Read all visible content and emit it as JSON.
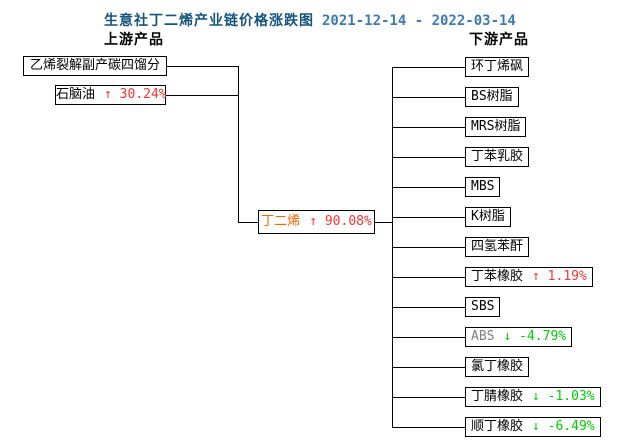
{
  "title": {
    "text": "生意社丁二烯产业链价格涨跌图",
    "date_range": "2021-12-14 - 2022-03-14"
  },
  "sections": {
    "upstream_label": "上游产品",
    "downstream_label": "下游产品"
  },
  "center": {
    "name": "丁二烯",
    "change": "↑ 90.08%",
    "direction": "up"
  },
  "upstream": [
    {
      "name": "乙烯裂解副产碳四馏分",
      "change": ""
    },
    {
      "name": "石脑油",
      "change": "↑ 30.24%",
      "direction": "up"
    }
  ],
  "downstream": [
    {
      "name": "环丁烯砜",
      "change": ""
    },
    {
      "name": "BS树脂",
      "change": ""
    },
    {
      "name": "MRS树脂",
      "change": ""
    },
    {
      "name": "丁苯乳胶",
      "change": ""
    },
    {
      "name": "MBS",
      "change": ""
    },
    {
      "name": "K树脂",
      "change": ""
    },
    {
      "name": "四氢苯酐",
      "change": ""
    },
    {
      "name": "丁苯橡胶",
      "change": "↑ 1.19%",
      "direction": "up"
    },
    {
      "name": "SBS",
      "change": ""
    },
    {
      "name": "ABS",
      "change": "↓ -4.79%",
      "direction": "down"
    },
    {
      "name": "氯丁橡胶",
      "change": ""
    },
    {
      "name": "丁腈橡胶",
      "change": "↓ -1.03%",
      "direction": "down"
    },
    {
      "name": "顺丁橡胶",
      "change": "↓ -6.49%",
      "direction": "down"
    }
  ],
  "colors": {
    "title-cn": "#14547f",
    "title-date": "#3d7ab5",
    "up": "#ff3333",
    "down": "#00cc00",
    "center-name": "#ff6600",
    "muted-name": "#808080",
    "line": "#000000",
    "bg": "#ffffff"
  }
}
